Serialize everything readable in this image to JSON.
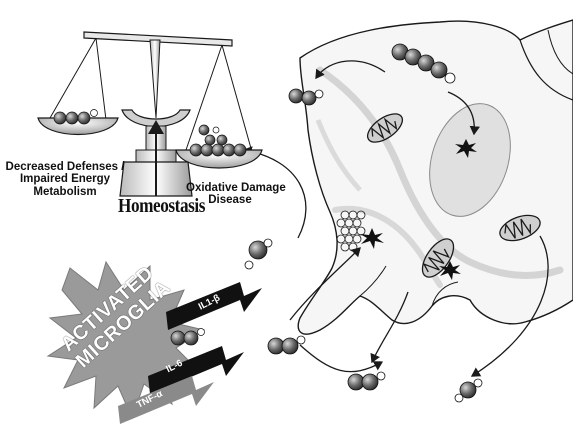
{
  "labels": {
    "decreased_defenses": [
      "Decreased Defenses /",
      "Impaired Energy",
      "Metabolism"
    ],
    "oxidative_damage": [
      "Oxidative Damage",
      "Disease"
    ],
    "homeostasis": "Homeostasis",
    "activated_microglia": [
      "ACTIVATED",
      "MICROGLIA"
    ]
  },
  "cytokines": [
    "IL1-β",
    "IL-6",
    "TNF-α"
  ],
  "colors": {
    "outline": "#1a1a1a",
    "cell_fill": "#f4f4f4",
    "cell_shadow": "#d6d6d6",
    "nucleus": "#e2e2e2",
    "star_gray": "#9a9a9a",
    "cytokine_bolt": "#111111"
  },
  "icons": [
    "balance-scale-icon",
    "molecule-icon",
    "mitochondrion-icon",
    "damage-spark-icon",
    "lipid-bilayer-icon",
    "lightning-bolt-icon"
  ]
}
